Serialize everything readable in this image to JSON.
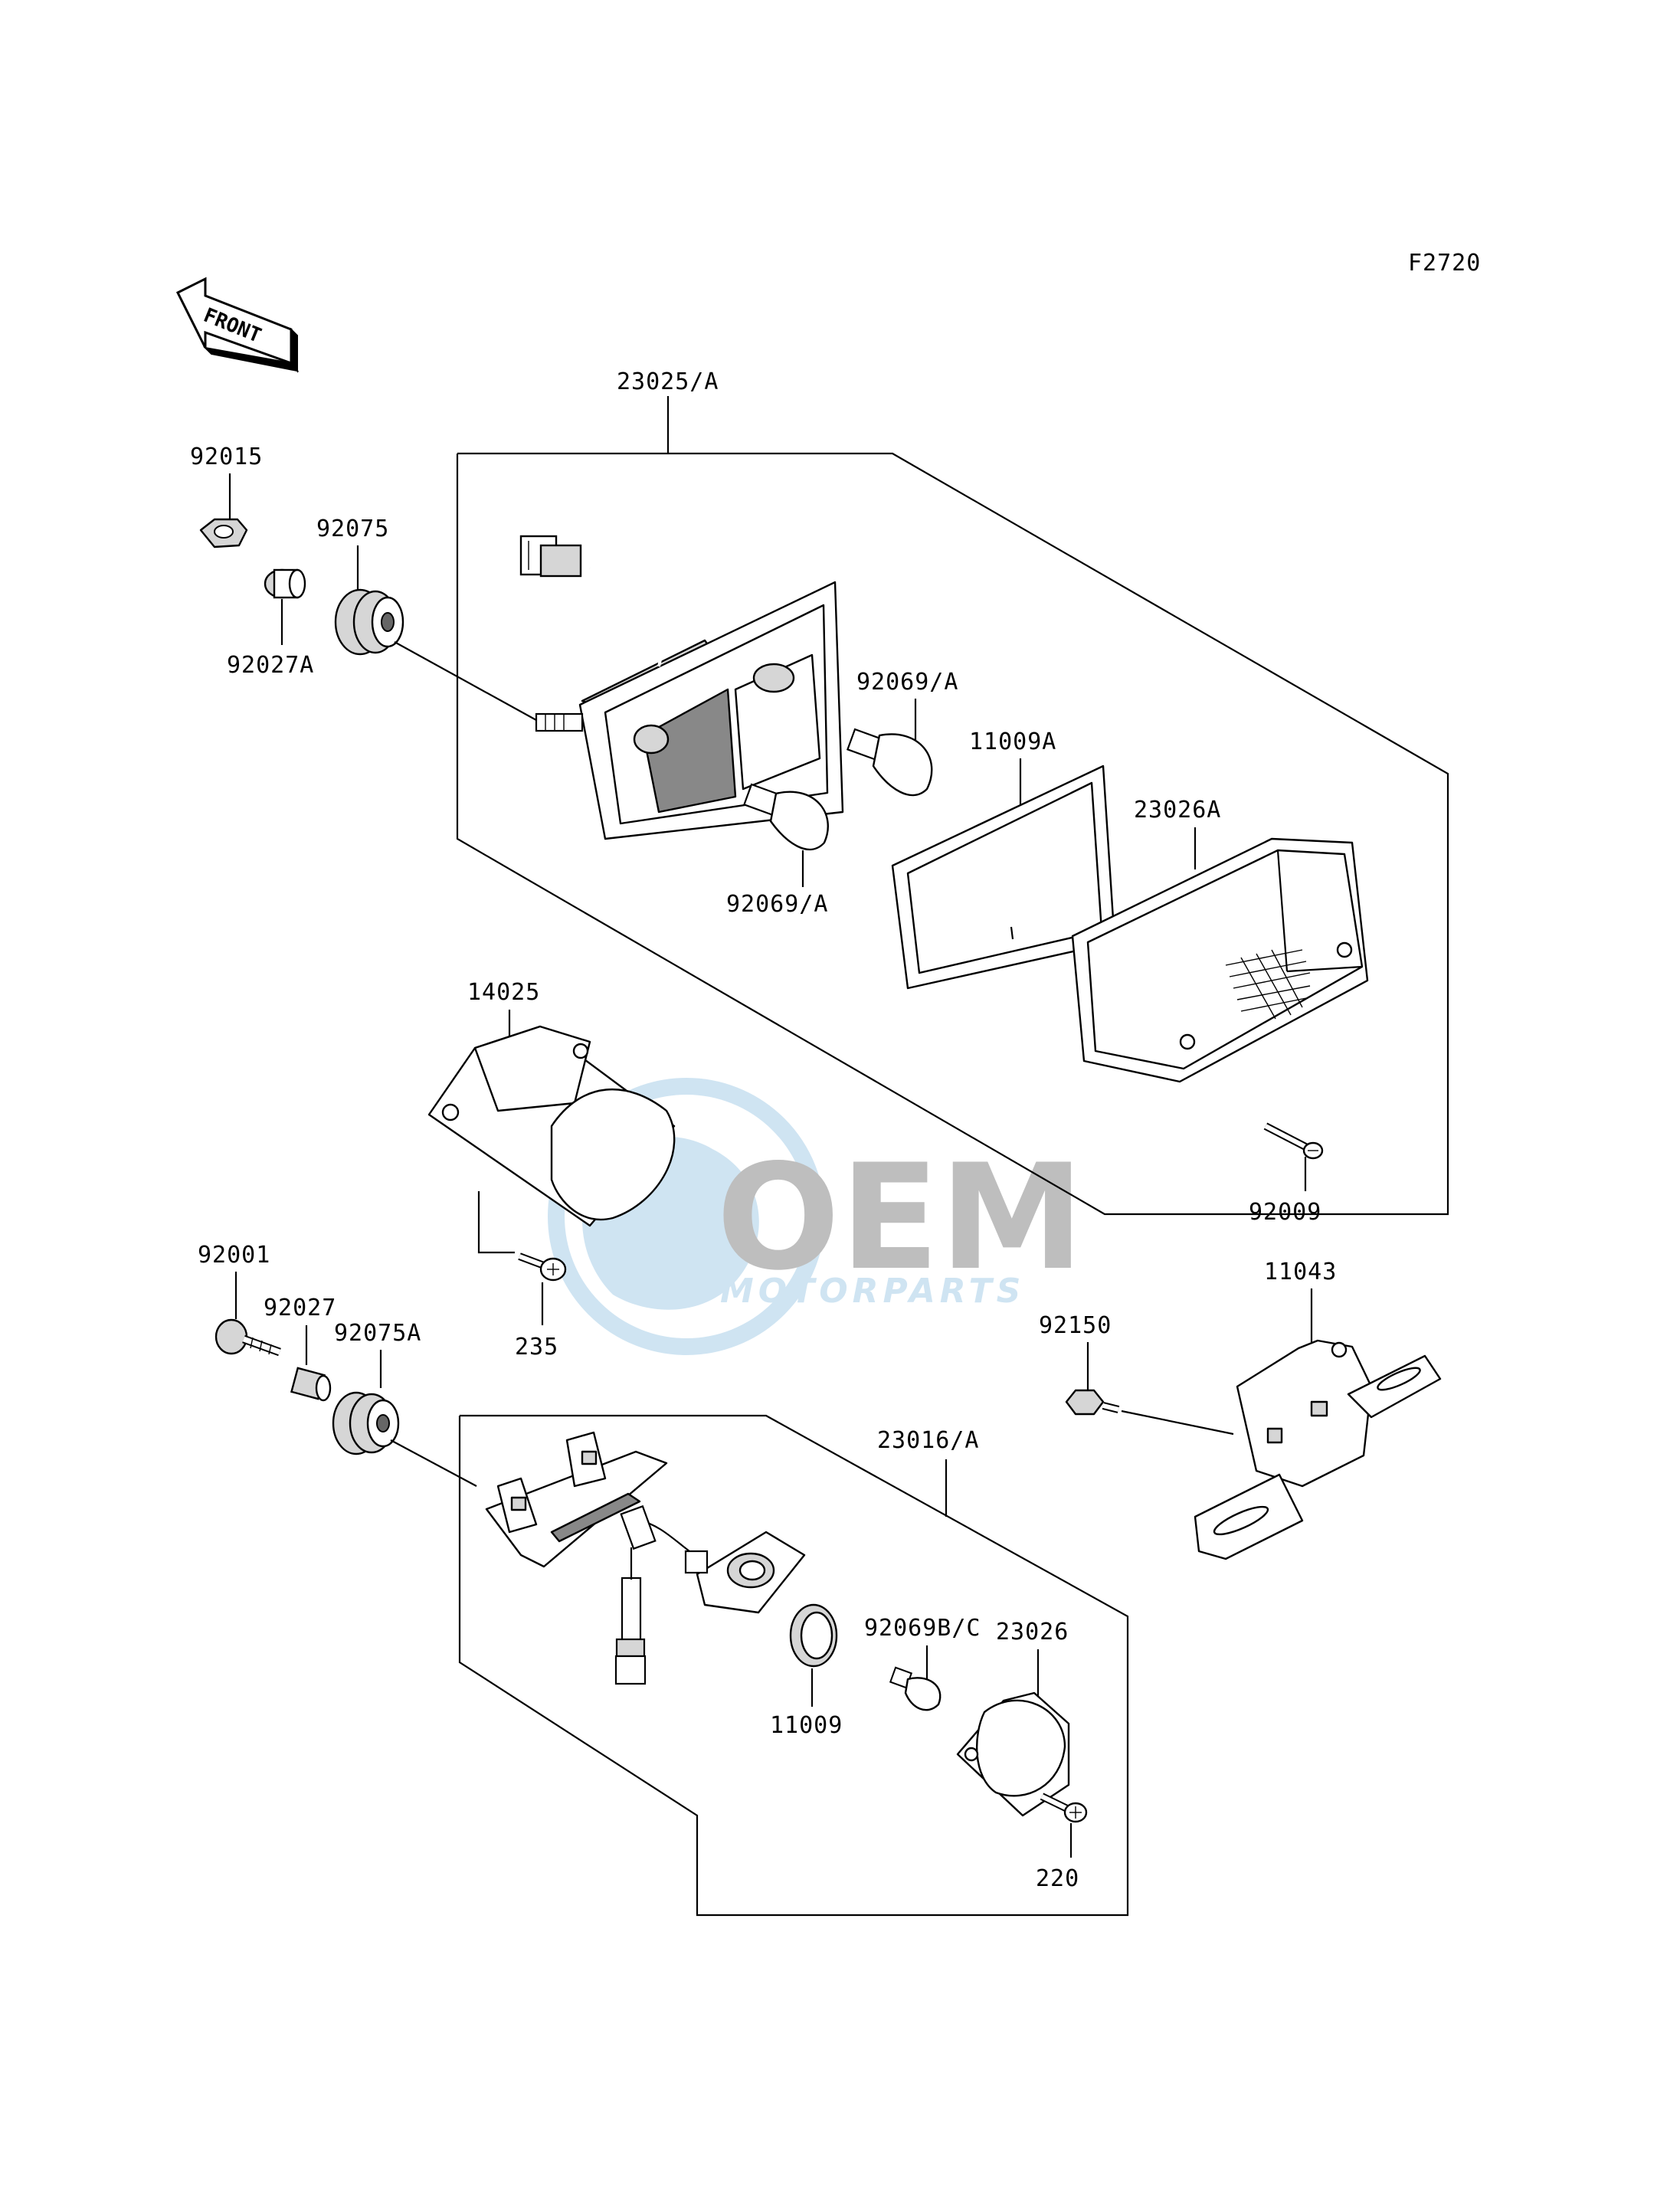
{
  "figure_code": "F2720",
  "front_label": "FRONT",
  "watermark": {
    "brand": "OEM",
    "subtitle": "MOTORPARTS",
    "color": "#a9cfe8",
    "text_color": "#8a8a8a"
  },
  "labels": {
    "p23025A": "23025/A",
    "p92015": "92015",
    "p92075": "92075",
    "p92027A": "92027A",
    "p92069A_top": "92069/A",
    "p11009A": "11009A",
    "p23026A": "23026A",
    "p92069A_bottom": "92069/A",
    "p14025": "14025",
    "p92009": "92009",
    "p92001": "92001",
    "p92027": "92027",
    "p92075A": "92075A",
    "p235": "235",
    "p11043": "11043",
    "p92150": "92150",
    "p23016A": "23016/A",
    "p92069BC": "92069B/C",
    "p23026": "23026",
    "p11009": "11009",
    "p220": "220"
  }
}
